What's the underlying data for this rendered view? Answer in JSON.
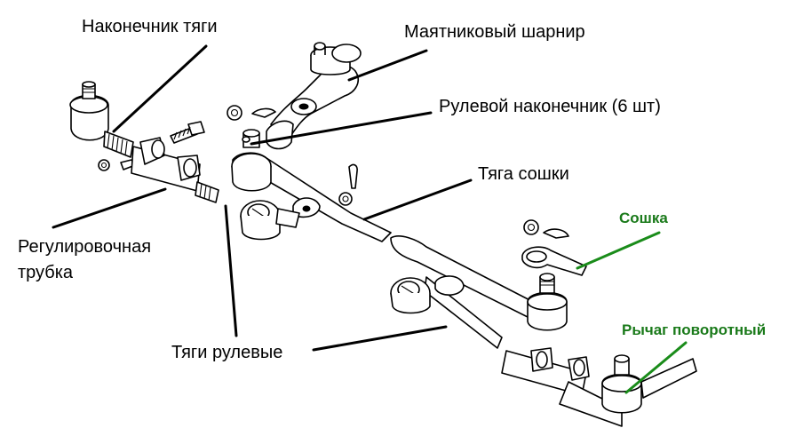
{
  "colors": {
    "label_black": "#000000",
    "label_green": "#1a7a1a",
    "leader_black": "#000000",
    "leader_green": "#1a8c1a"
  },
  "labels": {
    "tie_rod_end": "Наконечник тяги",
    "pendulum_joint": "Маятниковый шарнир",
    "steering_tip": "Рулевой наконечник (6 шт)",
    "pitman_rod": "Тяга сошки",
    "pitman_arm": "Сошка",
    "adjusting_tube_line1": "Регулировочная",
    "adjusting_tube_line2": "трубка",
    "steering_rods": "Тяги рулевые",
    "steering_knuckle_arm": "Рычаг поворотный"
  }
}
